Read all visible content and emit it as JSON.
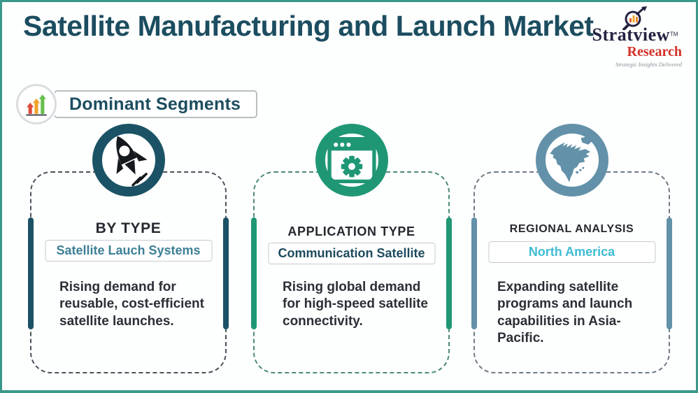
{
  "page": {
    "title": "Satellite Manufacturing and Launch Market",
    "section_label": "Dominant Segments"
  },
  "logo": {
    "name": "Stratview",
    "trademark": "TM",
    "sub_name": "Research",
    "tagline": "Strategic Insights Delivered"
  },
  "colors": {
    "title_text": "#1c4d60",
    "page_border": "#3a988a",
    "card1_accent": "#1b5265",
    "card2_accent": "#1f9775",
    "card3_accent": "#6391a9",
    "card1_segment_text": "#3d7f96",
    "card2_segment_text": "#1d4a5e",
    "card3_segment_text": "#3fbcd4",
    "logo_name": "#232342",
    "logo_sub": "#d33127",
    "arrow_red": "#e04b3a",
    "arrow_amber": "#f0a32b",
    "arrow_green": "#67bf4e"
  },
  "cards": [
    {
      "icon": "rocket-icon",
      "category": "BY TYPE",
      "segment": "Satellite Lauch Systems",
      "description": "Rising demand for reusable, cost-efficient satellite launches."
    },
    {
      "icon": "app-window-gear-icon",
      "category": "APPLICATION TYPE",
      "segment": "Communication Satellite",
      "description": "Rising global demand for high-speed satellite connectivity."
    },
    {
      "icon": "north-america-map-icon",
      "category": "REGIONAL ANALYSIS",
      "segment": "North America",
      "description": "Expanding satellite programs and launch capabilities in Asia-Pacific."
    }
  ]
}
